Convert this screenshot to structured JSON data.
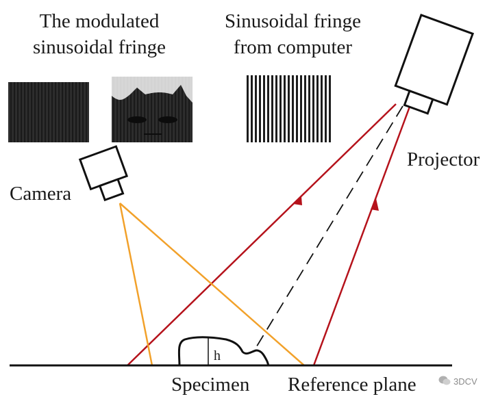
{
  "labels": {
    "modulated_title_line1": "The modulated",
    "modulated_title_line2": "sinusoidal fringe",
    "computer_title_line1": "Sinusoidal fringe",
    "computer_title_line2": "from computer",
    "projector": "Projector",
    "camera": "Camera",
    "specimen": "Specimen",
    "reference_plane": "Reference plane",
    "height_symbol": "h"
  },
  "watermark": {
    "text": "3DCV"
  },
  "colors": {
    "projector_rays": "#b5121b",
    "camera_rays": "#f2a12a",
    "outline": "#111111",
    "fringe_dark": "#222222"
  },
  "icons": {
    "projector": "projector-icon",
    "camera": "camera-icon",
    "watermark": "wechat-icon"
  }
}
